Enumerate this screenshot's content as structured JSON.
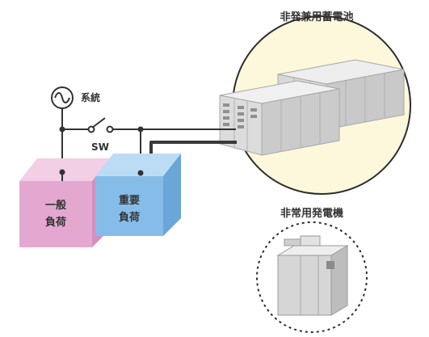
{
  "labels": {
    "battery_title": "非発兼用蓄電池",
    "generator_title": "非常用発電機",
    "grid_label": "系統",
    "switch_label": "SW",
    "general_load_line1": "一般",
    "general_load_line2": "負荷",
    "important_load_line1": "重要",
    "important_load_line2": "負荷"
  },
  "colors": {
    "pink_front": "#e4a8d0",
    "pink_top": "#f2cfe5",
    "pink_side": "#d58fbd",
    "blue_front": "#86bde8",
    "blue_top": "#bcdcf6",
    "blue_side": "#6aa6d8",
    "battery_circle_fill": "#fdf7dc",
    "line": "#333333",
    "flow_line": "#3a3a3a"
  },
  "icons": {
    "grid_source": "ac-source-icon",
    "switch": "switch-icon",
    "flow_arrow": "arrow-down-icon"
  }
}
